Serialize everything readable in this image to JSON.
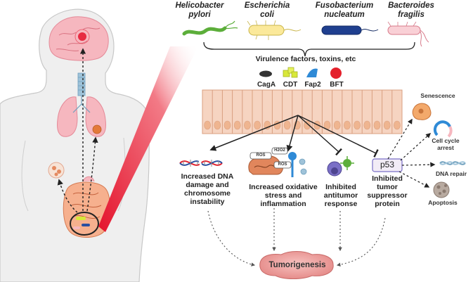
{
  "bacteria": {
    "h_pylori": "Helicobacter pylori",
    "e_coli": "Escherichia coli",
    "f_nucleatum": "Fusobacterium nucleatum",
    "b_fragilis": "Bacteroides fragilis"
  },
  "virulence_label": "Virulence factors, toxins, etc",
  "toxins": {
    "caga": "CagA",
    "cdt": "CDT",
    "fap2": "Fap2",
    "bft": "BFT"
  },
  "effects": {
    "dna": "Increased DNA damage and chromosome instability",
    "oxidative": "Increased oxidative stress and inflammation",
    "antitumor": "Inhibited antitumor response",
    "suppressor": "Inhibited tumor suppressor protein"
  },
  "p53_label": "p53",
  "p53_outcomes": {
    "senescence": "Senescence",
    "cell_cycle": "Cell cycle arrest",
    "dna_repair": "DNA repair",
    "apoptosis": "Apoptosis"
  },
  "ros_labels": {
    "ros_1": "ROS",
    "h2o2": "H2O2",
    "ros_2": "ROS"
  },
  "tumorigenesis_label": "Tumorigenesis",
  "colors": {
    "body_fill": "#efefef",
    "body_stroke": "#c8c8c8",
    "pink_organ": "#f6b7bf",
    "epithelium": "#f6d4c1",
    "red_beam": "#e4132c",
    "tumor_fill": "#f2a7a6"
  }
}
